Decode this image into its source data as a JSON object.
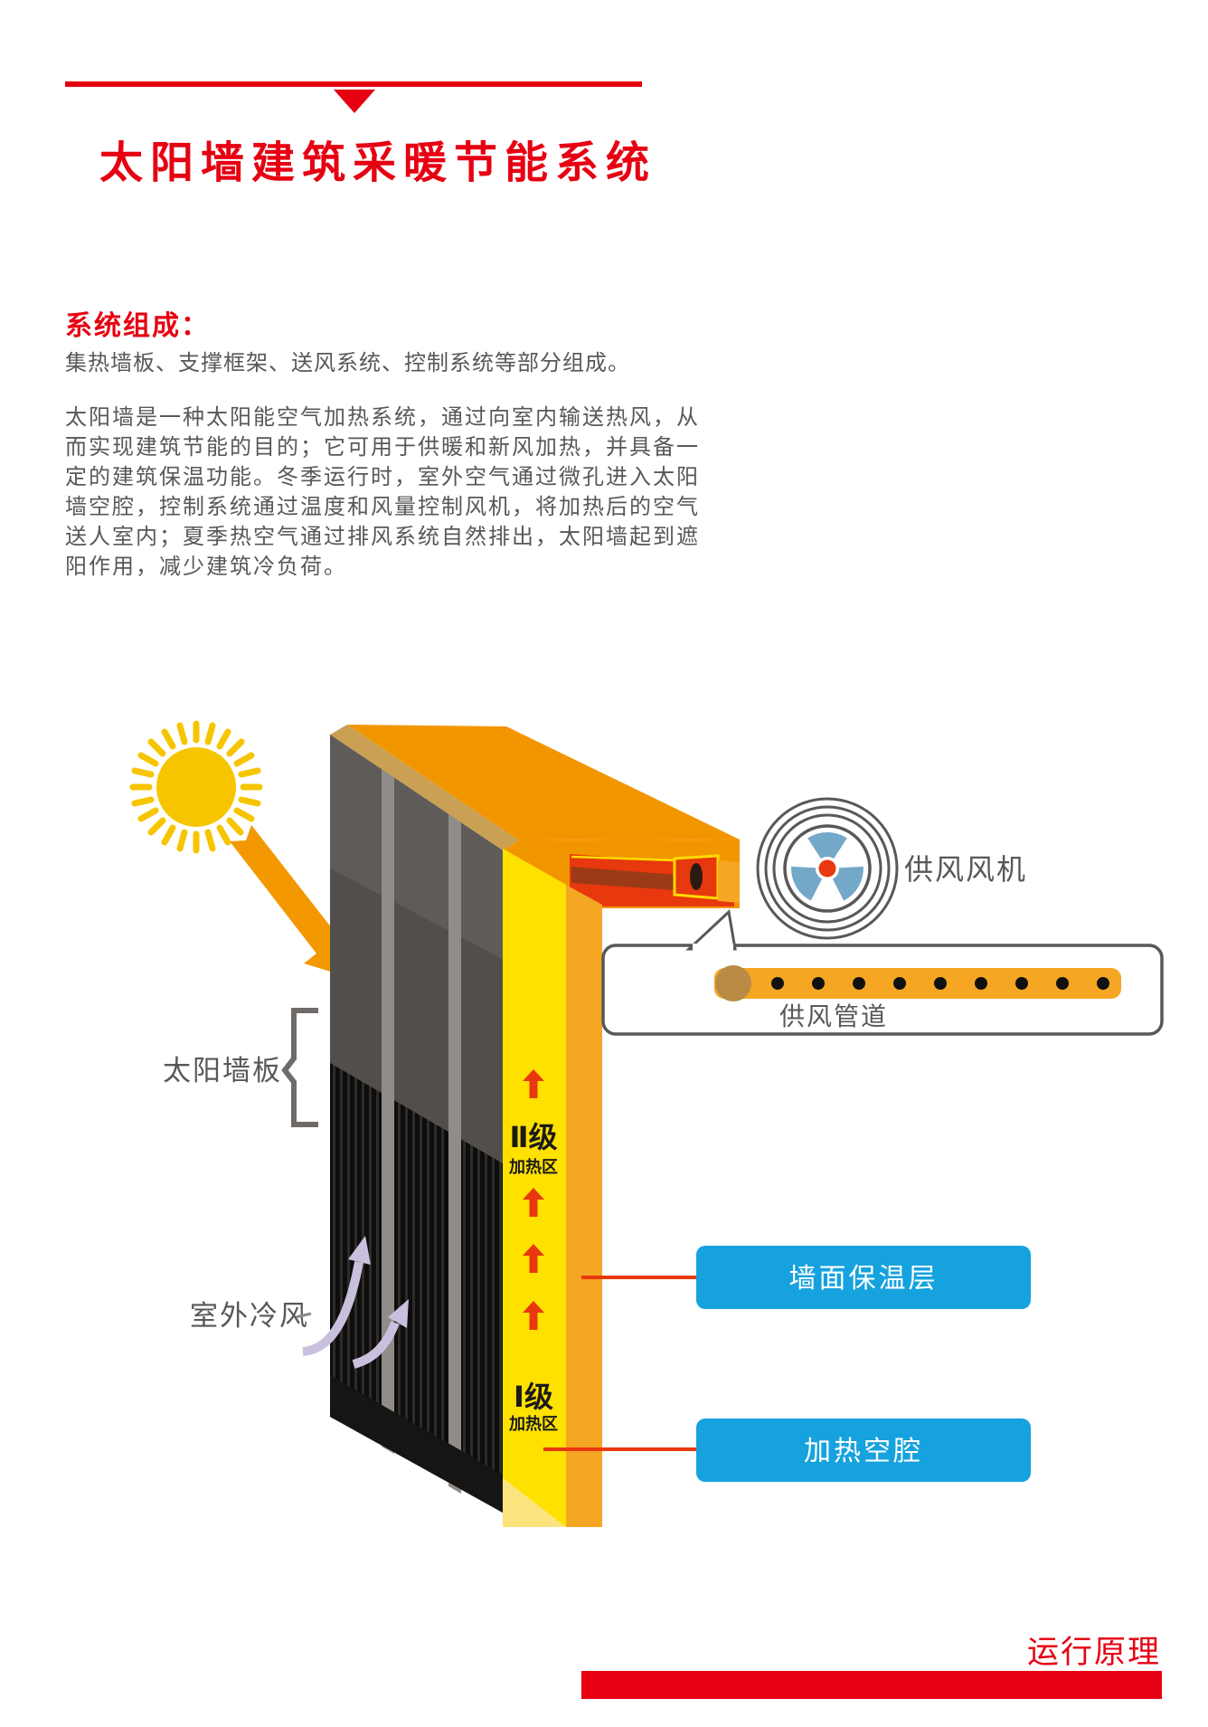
{
  "header": {
    "title": "太阳墙建筑采暖节能系统"
  },
  "intro": {
    "heading": "系统组成：",
    "components": "集热墙板、支撑框架、送风系统、控制系统等部分组成。",
    "description": "太阳墙是一种太阳能空气加热系统，通过向室内输送热风，从\n而实现建筑节能的目的；它可用于供暖和新风加热，并具备一\n定的建筑保温功能。冬季运行时，室外空气通过微孔进入太阳\n墙空腔，控制系统通过温度和风量控制风机，将加热后的空气\n送人室内；夏季热空气通过排风系统自然排出，太阳墙起到遮\n阳作用，减少建筑冷负荷。"
  },
  "diagram": {
    "labels": {
      "solar_wall_panel": "太阳墙板",
      "outdoor_cold_air": "室外冷风",
      "supply_fan": "供风风机",
      "supply_duct": "供风管道",
      "zone2_level": "Ⅱ级",
      "zone2_name": "加热区",
      "zone1_level": "Ⅰ级",
      "zone1_name": "加热区",
      "wall_insulation": "墙面保温层",
      "heating_cavity": "加热空腔"
    },
    "colors": {
      "accent_red": "#E60012",
      "diagram_red": "#E8380D",
      "text_gray": "#595757",
      "wall_gray": "#524E4B",
      "panel_black": "#0D0D0D",
      "top_orange": "#F29600",
      "insulation_orange": "#F5A623",
      "cavity_yellow": "#FFE100",
      "cavity_yellow_light": "#FBE47E",
      "tan_edge": "#C9A054",
      "label_blue": "#16A2DE",
      "fan_blue": "#74A8C8",
      "cold_air_purple": "#C8C0DC",
      "sun_yellow": "#F7C500",
      "duct_brown": "#B98B44",
      "duct_dark_red": "#9A3A16"
    }
  },
  "footer": {
    "section_label": "运行原理"
  }
}
